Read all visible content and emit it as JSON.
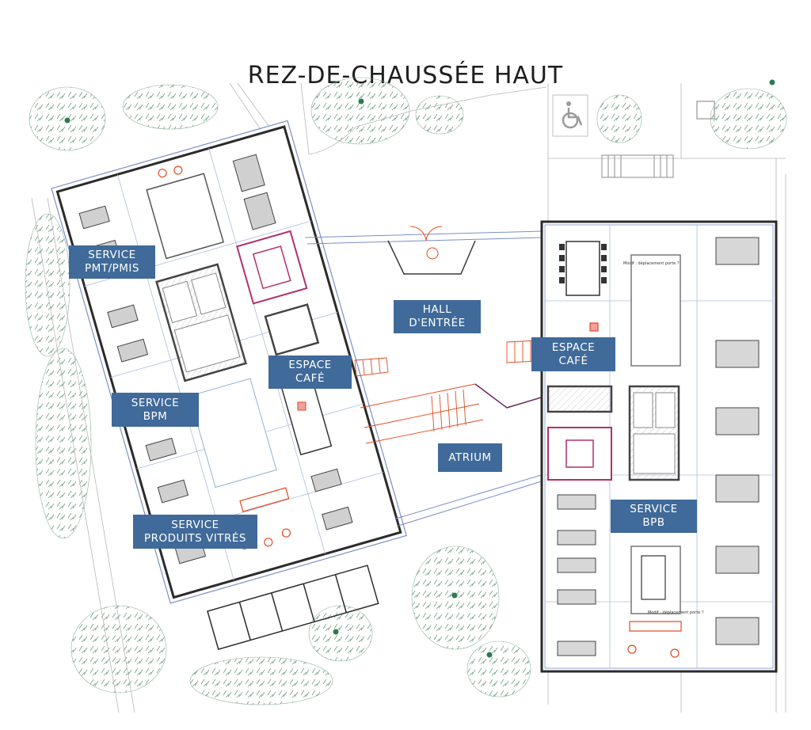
{
  "title": "REZ-DE-CHAUSSÉE HAUT",
  "labels": {
    "service_pmt": [
      "SERVICE",
      "PMT/PMIS"
    ],
    "hall": [
      "HALL",
      "D'ENTRÉE"
    ],
    "espace_cafe_left": [
      "ESPACE",
      "CAFÉ"
    ],
    "espace_cafe_right": [
      "ESPACE",
      "CAFÉ"
    ],
    "service_bpm": [
      "SERVICE",
      "BPM"
    ],
    "atrium": [
      "ATRIUM"
    ],
    "service_bpb": [
      "SERVICE",
      "BPB"
    ],
    "service_produits": [
      "SERVICE",
      "PRODUITS VITRÉS"
    ]
  },
  "notes": {
    "note_top": "Modif : déplacement porte ?",
    "note_bottom": "Modif : déplacement porte ?"
  },
  "icons": [
    "tree-icon",
    "wheelchair-icon",
    "stair-icon",
    "desk-icon",
    "chair-icon"
  ],
  "colors": {
    "label_bg": "#3f6a99",
    "label_text": "#ffffff",
    "wall": "#2b2b2b",
    "stair_accent": "#b0306e",
    "furniture_accent": "#e04a1f",
    "vegetation": "#2f7a4f",
    "structure_blue": "#7a8fc8"
  }
}
